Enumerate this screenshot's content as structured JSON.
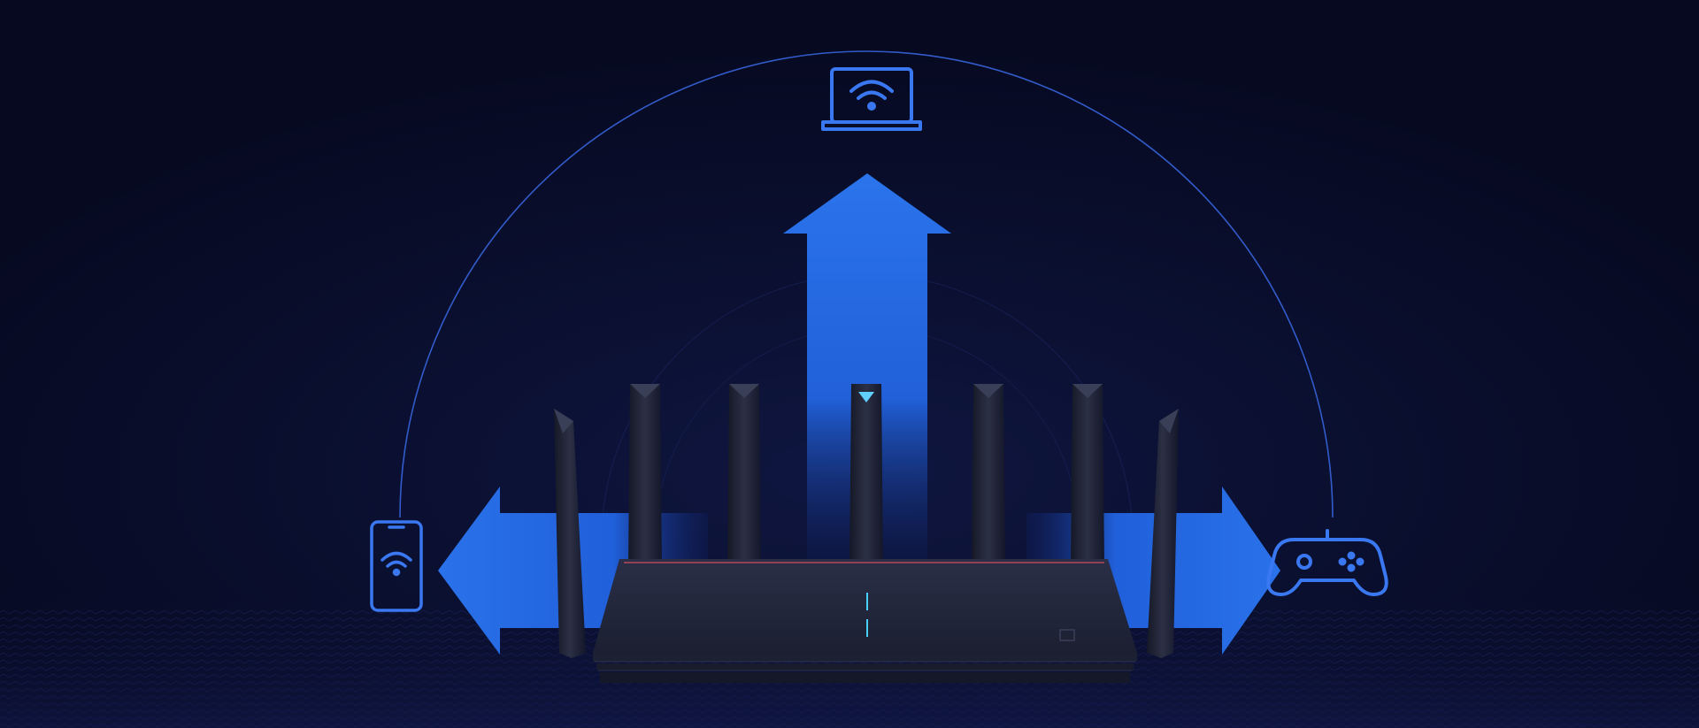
{
  "colors": {
    "background": "#070a22",
    "accent": "#2f6ef0",
    "icon_stroke": "#3a78f2",
    "router_body": "#23283d",
    "led": "#4ad0ff"
  },
  "devices": [
    {
      "name": "laptop",
      "icon": "laptop-wifi-icon"
    },
    {
      "name": "phone",
      "icon": "phone-wifi-icon"
    },
    {
      "name": "game-controller",
      "icon": "gamepad-icon"
    }
  ],
  "router": {
    "antenna_count": 7,
    "logo_icon": "mi-logo-icon"
  }
}
